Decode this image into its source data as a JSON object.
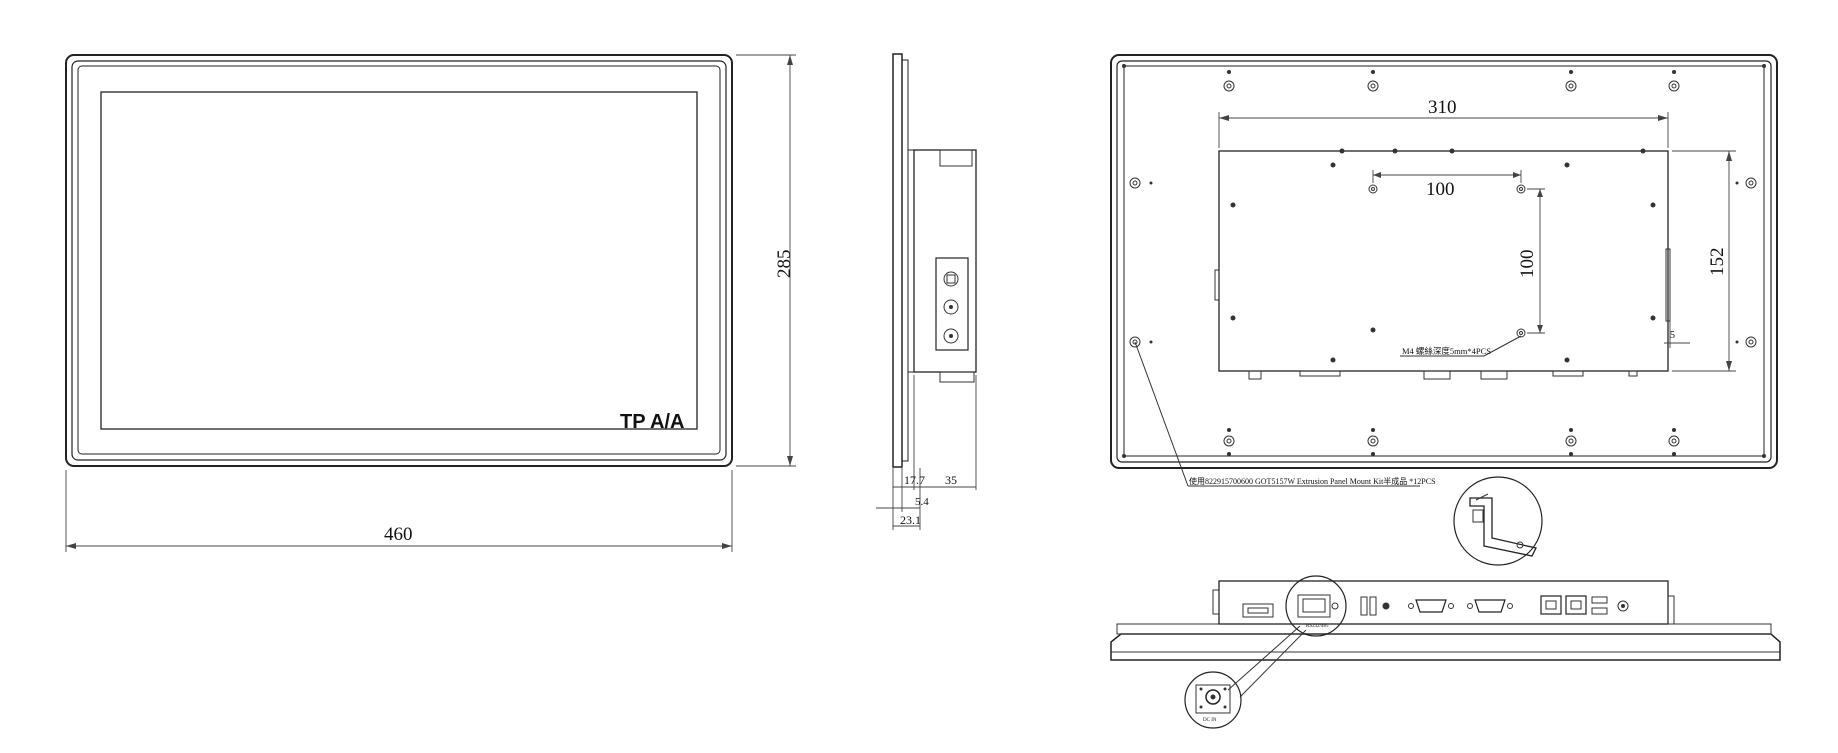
{
  "front_view": {
    "brand_logo": "TP A/A",
    "width_dim": "460",
    "height_dim": "285"
  },
  "side_view": {
    "dim_17_7": "17.7",
    "dim_35": "35",
    "dim_5_4": "5.4",
    "dim_23_1": "23.1"
  },
  "rear_view": {
    "dim_310": "310",
    "dim_100_h": "100",
    "dim_100_v": "100",
    "dim_152": "152",
    "dim_5": "5",
    "screw_note": "M4 螺絲深度5mm*4PCS",
    "mount_note": "使用822915700600 GOT5157W Extrusion Panel Mount Kit半成品 *12PCS"
  },
  "bottom_view": {
    "connector_label": "RS232/485",
    "dc_label": "DC IN"
  }
}
